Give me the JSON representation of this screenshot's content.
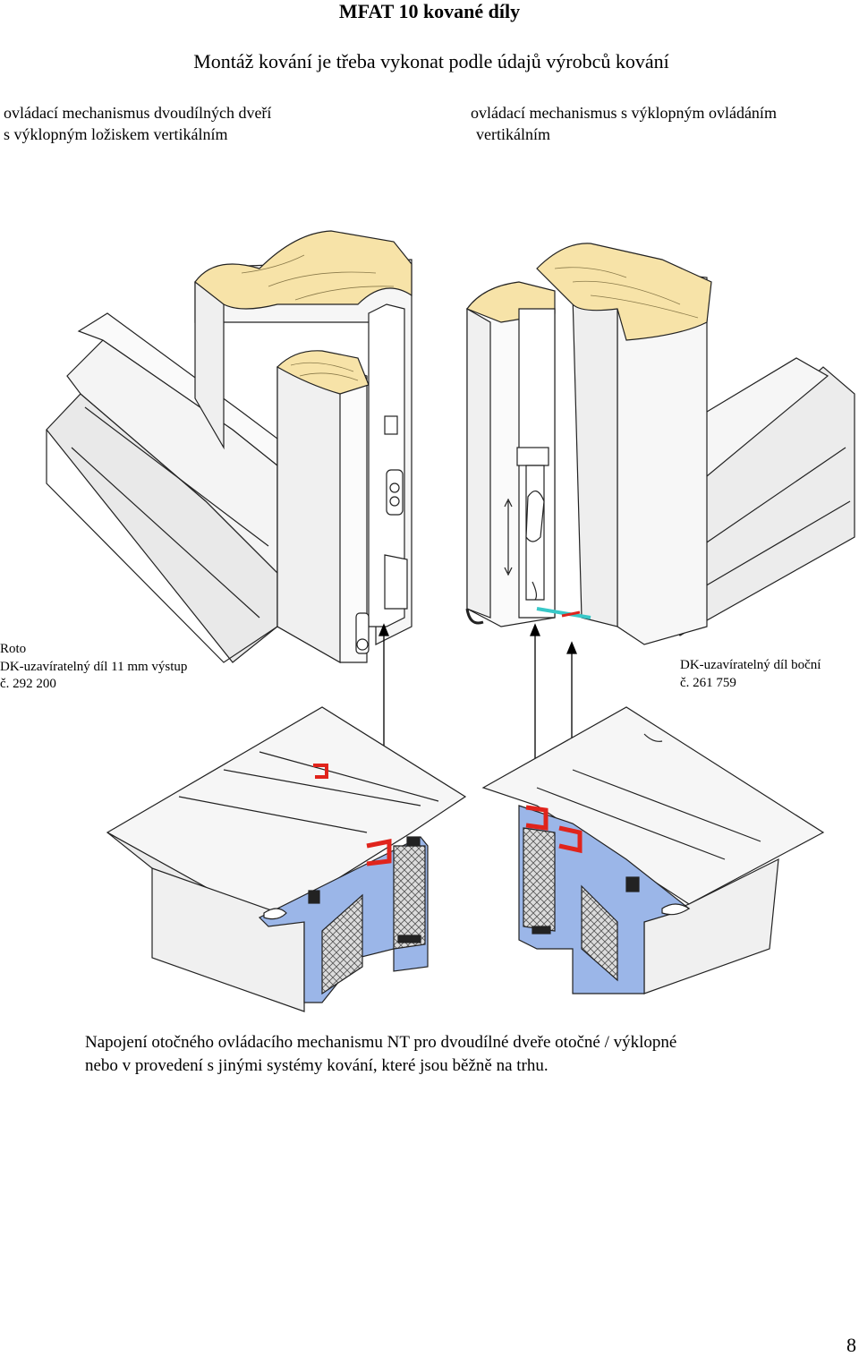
{
  "title": "MFAT 10 kované díly",
  "subtitle": "Montáž kování je třeba vykonat podle údajů výrobců kování",
  "captions": {
    "left": [
      "ovládací mechanismus dvoudílných dveří",
      "s výklopným ložiskem vertikálním"
    ],
    "right": [
      "ovládací mechanismus s výklopným ovládáním",
      "vertikálním"
    ]
  },
  "labels": {
    "left": [
      "Roto",
      "DK-uzavíratelný díl 11 mm výstup",
      "č. 292 200"
    ],
    "right": [
      "DK-uzavíratelný díl boční",
      "č. 261 759"
    ]
  },
  "bottom_text": [
    "Napojení otočného ovládacího mechanismu NT pro dvoudílné dveře otočné / výklopné",
    "nebo v provedení s jinými systémy kování, které jsou běžně na trhu."
  ],
  "page_number": "8",
  "colors": {
    "wood": "#f7e3a8",
    "profile_grey": "#eeeeee",
    "aluminium_blue": "#9bb6e8",
    "seal_red": "#e0241c",
    "seal_cyan": "#38c8c8",
    "insulation": "#c9c9c9"
  }
}
